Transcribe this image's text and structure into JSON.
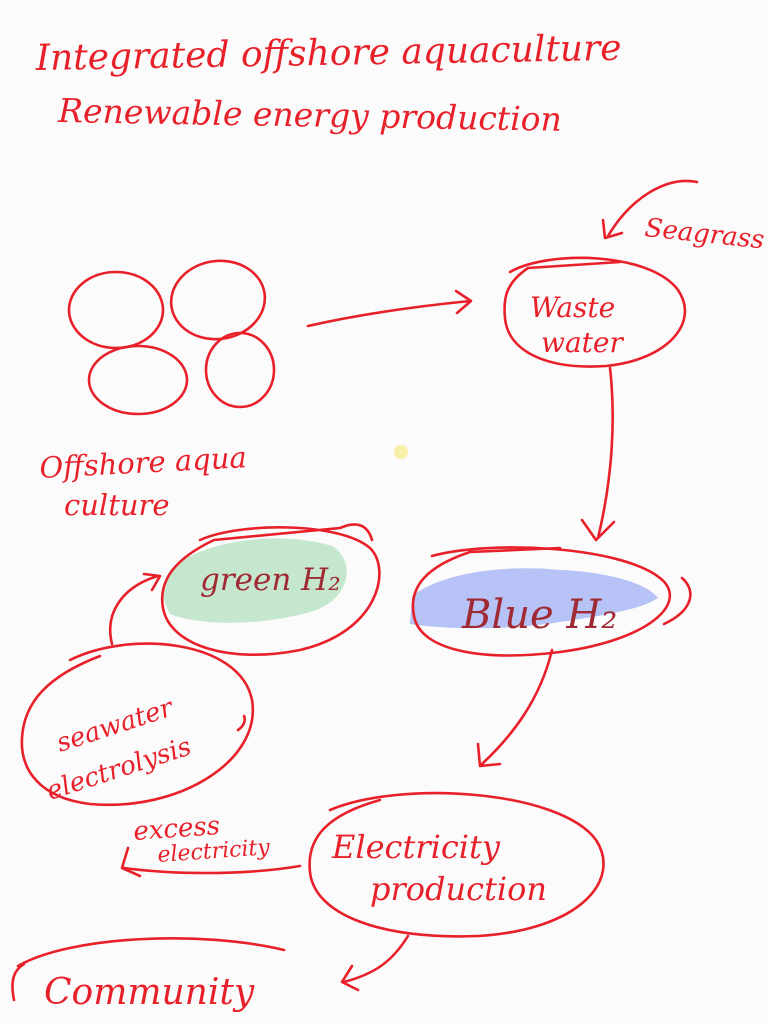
{
  "title": {
    "line1": "Integrated offshore aquaculture",
    "line2": "Renewable energy production"
  },
  "nodes": {
    "aquaculture": {
      "line1": "Offshore aqua",
      "line2": "culture"
    },
    "seagrass": "Seagrass",
    "waste_water": {
      "line1": "Waste",
      "line2": "water"
    },
    "blue_h2": "Blue H₂",
    "green_h2": "green H₂",
    "seawater_electrolysis": {
      "line1": "seawater",
      "line2": "electrolysis"
    },
    "excess_electricity": {
      "line1": "excess",
      "line2": "electricity"
    },
    "electricity_production": {
      "line1": "Electricity",
      "line2": "production"
    },
    "community": "Community"
  },
  "colors": {
    "ink": "#e8202a",
    "blue_highlight": "#aab9f5",
    "green_highlight": "#bfe4c9",
    "yellow_dot": "#f7f0a8",
    "background": "#fbfbfb"
  }
}
